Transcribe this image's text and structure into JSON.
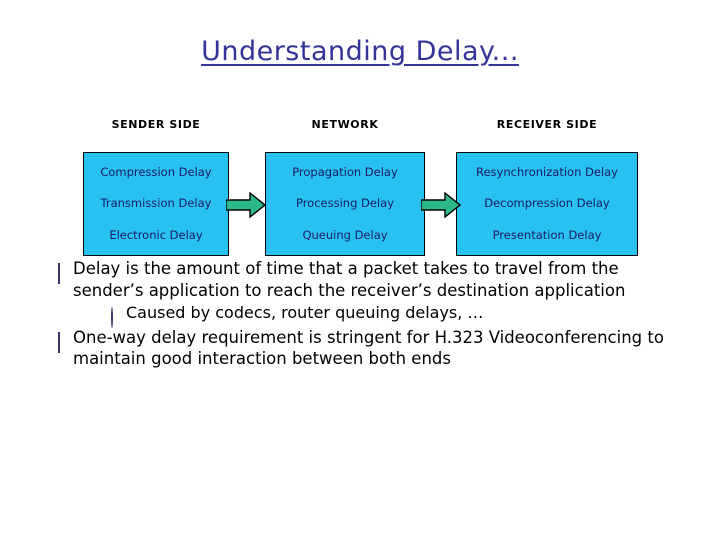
{
  "slide": {
    "title": "Understanding Delay...",
    "title_color": "#333399"
  },
  "diagram": {
    "box_fill": "#29C2F0",
    "box_border": "#000000",
    "text_color": "#1a1a66",
    "arrow_fill": "#2BB98C",
    "arrow_border": "#000000",
    "columns": [
      {
        "header": "SENDER SIDE",
        "items": [
          "Compression Delay",
          "Transmission Delay",
          "Electronic Delay"
        ]
      },
      {
        "header": "NETWORK",
        "items": [
          "Propagation Delay",
          "Processing Delay",
          "Queuing Delay"
        ]
      },
      {
        "header": "RECEIVER SIDE",
        "items": [
          "Resynchronization Delay",
          "Decompression Delay",
          "Presentation Delay"
        ]
      }
    ],
    "arrows": [
      {
        "name": "arrow-sender-to-network"
      },
      {
        "name": "arrow-network-to-receiver"
      }
    ]
  },
  "bullets": [
    {
      "level": 1,
      "marker": "square",
      "text": "Delay is the amount of time that a packet takes to travel from the sender’s application to reach the receiver’s destination application"
    },
    {
      "level": 2,
      "marker": "circle",
      "text": "Caused by codecs, router queuing delays, …"
    },
    {
      "level": 1,
      "marker": "square",
      "text": "One-way delay requirement is stringent for H.323 Videoconferencing to maintain good interaction between both ends"
    }
  ]
}
